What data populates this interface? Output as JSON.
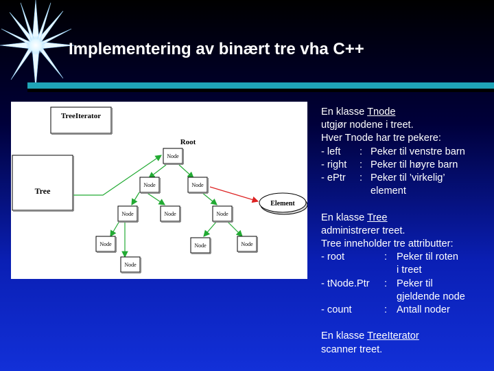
{
  "slide": {
    "title": "Implementering av binært tre vha C++"
  },
  "diagram": {
    "iterator_label": "TreeIterator",
    "tree_label": "Tree",
    "root_label": "Root",
    "element_label": "Element",
    "node_label": "Node"
  },
  "description": {
    "tnode": {
      "prefix": "En klasse ",
      "class_name": "Tnode",
      "line2": "utgjør nodene i treet.",
      "line3": "Hver Tnode har tre pekere:",
      "pointers": [
        {
          "name": "- left",
          "sep": ":",
          "text": "Peker til venstre barn"
        },
        {
          "name": "- right",
          "sep": ":",
          "text": "Peker til høyre barn"
        },
        {
          "name": "- ePtr",
          "sep": ":",
          "text": "Peker til ’virkelig’"
        }
      ],
      "ptr_continuation": "element"
    },
    "tree": {
      "prefix": "En klasse ",
      "class_name": "Tree",
      "line2": "administrerer treet.",
      "line3": "Tree inneholder tre attributter:",
      "attrs": [
        {
          "name": "- root",
          "sep": ":",
          "text": "Peker til roten",
          "cont": "i treet"
        },
        {
          "name": "- tNode.Ptr",
          "sep": ":",
          "text": "Peker til",
          "cont": "gjeldende node"
        },
        {
          "name": "- count",
          "sep": ":",
          "text": "Antall noder"
        }
      ]
    },
    "iterator": {
      "prefix": "En klasse ",
      "class_name": "TreeIterator",
      "line2": "scanner treet."
    }
  },
  "colors": {
    "accent_rule": "#1fa4b8",
    "tree_arrows": "#22aa33",
    "element_arrow": "#dd2222"
  }
}
